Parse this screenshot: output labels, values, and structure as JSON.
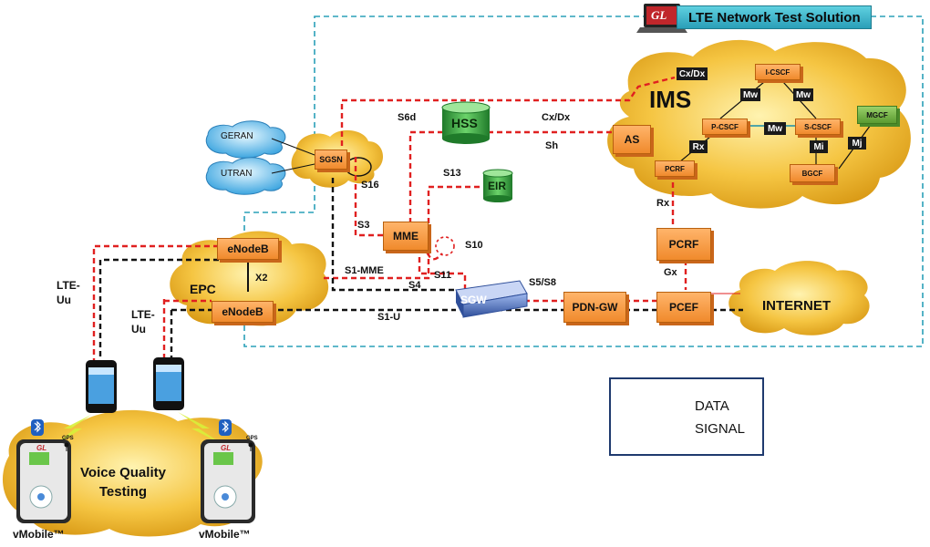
{
  "header": {
    "title": "LTE Network Test Solution",
    "logo_text": "GL"
  },
  "clouds": {
    "ims": "IMS",
    "epc": "EPC",
    "internet": "INTERNET",
    "geran": "GERAN",
    "utran": "UTRAN",
    "voice_quality": "Voice Quality Testing"
  },
  "nodes": {
    "sgsn": "SGSN",
    "hss": "HSS",
    "eir": "EIR",
    "mme": "MME",
    "sgw": "SGW",
    "pdn_gw": "PDN-GW",
    "pcef": "PCEF",
    "pcrf": "PCRF",
    "enodeb_top": "eNodeB",
    "enodeb_bottom": "eNodeB",
    "as": "AS",
    "i_cscf": "I-CSCF",
    "p_cscf": "P-CSCF",
    "s_cscf": "S-CSCF",
    "mgcf": "MGCF",
    "bgcf": "BGCF",
    "pcrf_ims": "PCRF"
  },
  "interfaces": {
    "s6d": "S6d",
    "cx_dx": "Cx/Dx",
    "sh": "Sh",
    "s13": "S13",
    "s16": "S16",
    "s3": "S3",
    "s10": "S10",
    "s1_mme": "S1-MME",
    "s4": "S4",
    "s11": "S11",
    "s5_s8": "S5/S8",
    "s1_u": "S1-U",
    "x2": "X2",
    "rx": "Rx",
    "gx": "Gx",
    "lte_uu": "LTE-Uu"
  },
  "ims_tags": {
    "cx_dx": "Cx/Dx",
    "mw_left": "Mw",
    "mw_right": "Mw",
    "mw_mid": "Mw",
    "rx": "Rx",
    "mi": "Mi",
    "mj": "Mj"
  },
  "devices": {
    "vmobile_left": "vMobile™",
    "vmobile_right": "vMobile™",
    "gps": "GPS",
    "gl": "GL"
  },
  "legend": {
    "data_label": "DATA",
    "signal_label": "SIGNAL"
  },
  "colors": {
    "data": "#e02020",
    "signal": "#111111",
    "boundary": "#2aa0b8",
    "node": "#f08a2c",
    "cloud": "#f0b030",
    "sky_cloud": "#5ab8ea",
    "mgcf": "#6aaa3a",
    "database": "#2f9a3a",
    "sgw": "#4a6fc0"
  }
}
